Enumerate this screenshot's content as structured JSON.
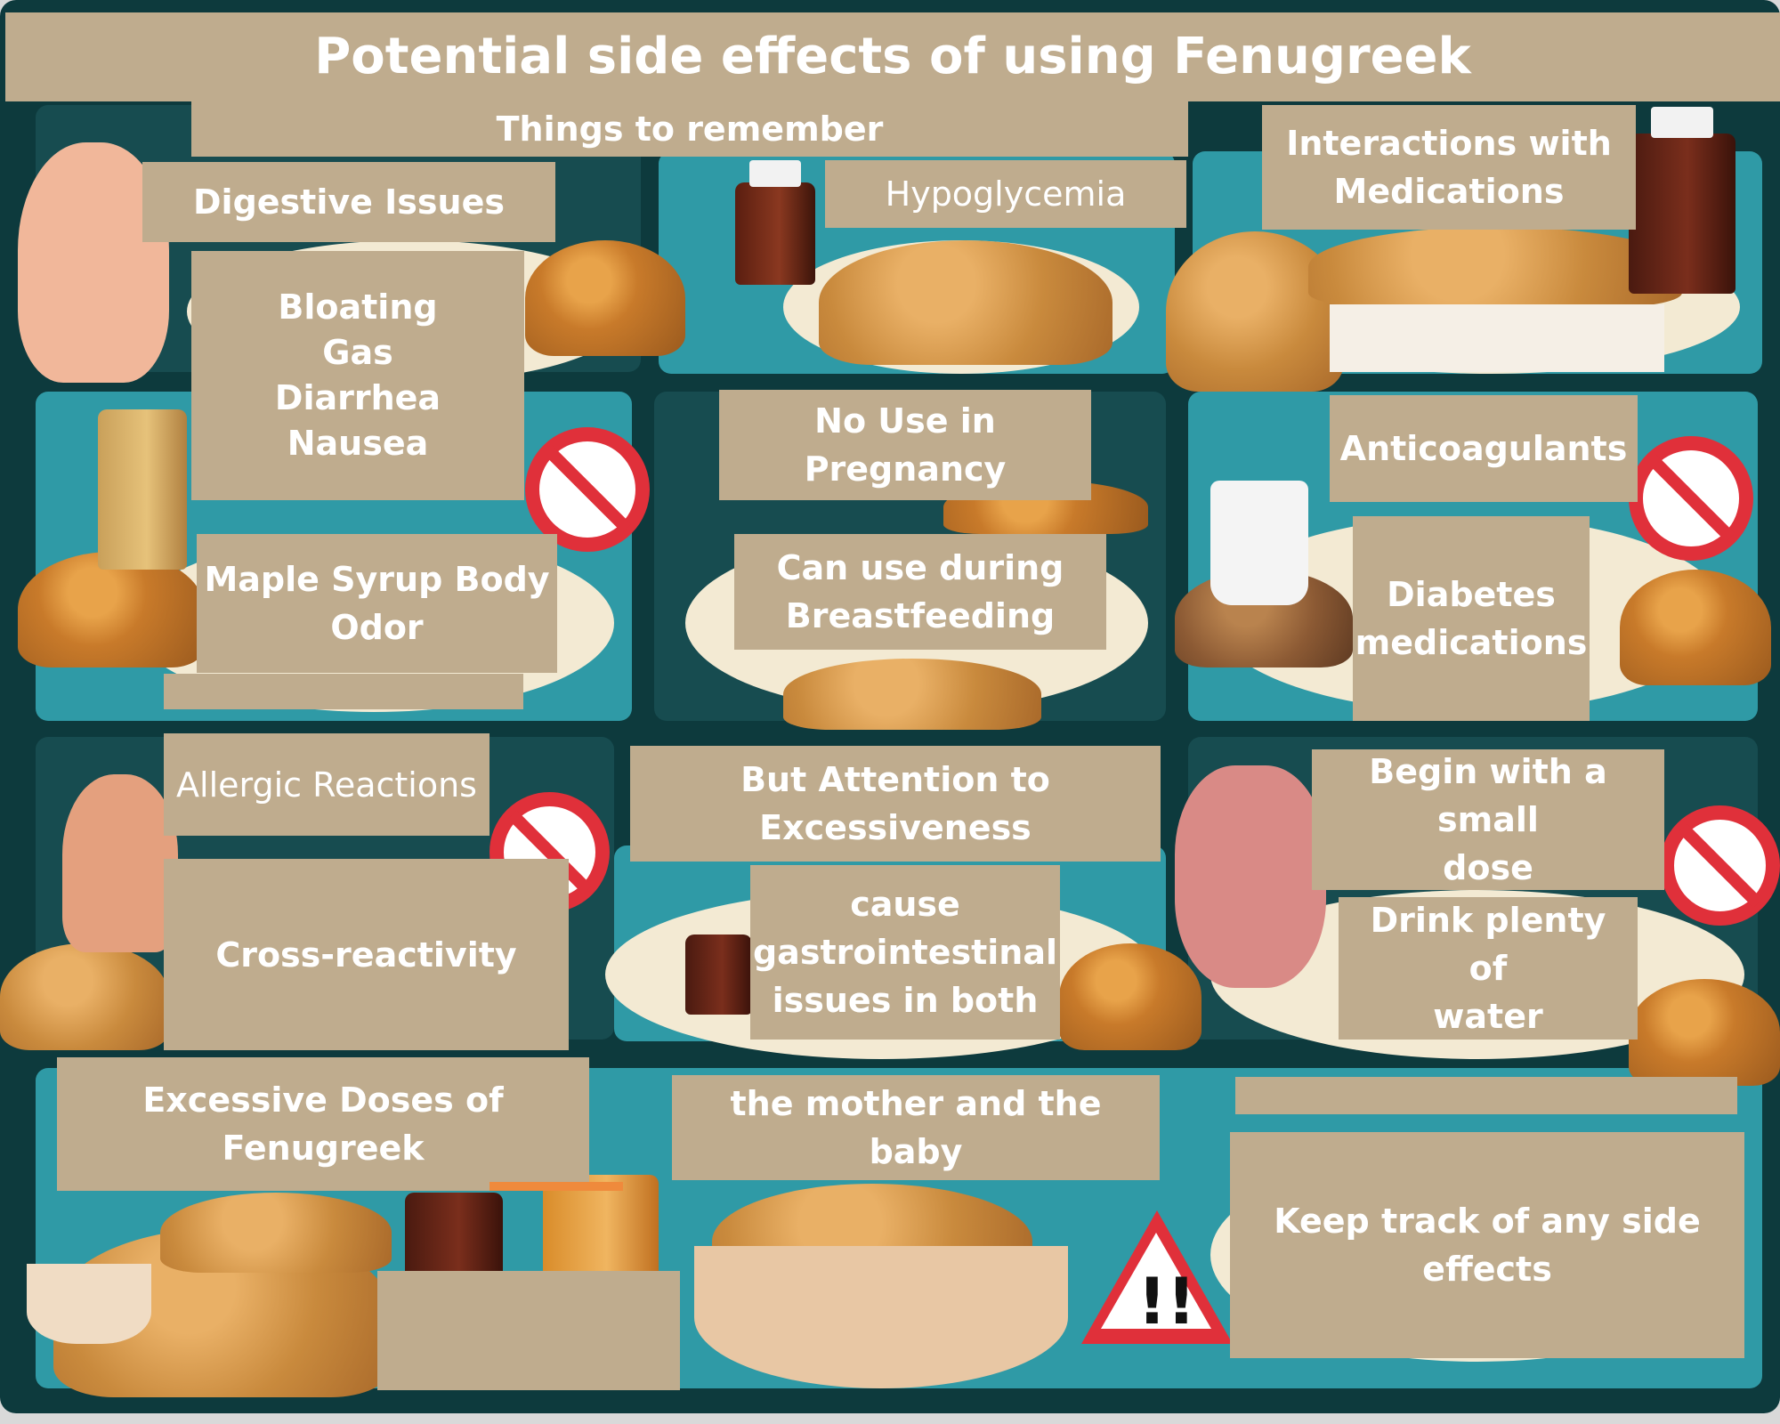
{
  "title": "Potential side effects of using Fenugreek",
  "subtitle": "Things to remember",
  "sections": {
    "digestive": {
      "heading": "Digestive Issues",
      "items": "Bloating\nGas\nDiarrhea\nNausea"
    },
    "maple": "Maple Syrup Body\nOdor",
    "allergic": "Allergic Reactions",
    "cross": "Cross-reactivity",
    "excessive": "Excessive Doses of Fenugreek",
    "hypoglycemia": "Hypoglycemia",
    "pregnancy": "No Use in Pregnancy",
    "breastfeeding": "Can use during\nBreastfeeding",
    "attention": "But Attention to\nExcessiveness",
    "gi": "cause\ngastrointestinal\nissues in both",
    "mother": "the mother and the baby",
    "interactions": "Interactions with\nMedications",
    "anticoagulants": "Anticoagulants",
    "diabetes": "Diabetes\nmedications",
    "small_dose": "Begin with a small\ndose",
    "water": "Drink plenty of\nwater",
    "track": "Keep track of any side\neffects"
  },
  "warning_mark": "!!",
  "colors": {
    "box": "#bfac8e",
    "frame": "#0d3a3d",
    "panel": "#2f9aa6",
    "no_sign": "#e0303a",
    "accent": "#ef8a3c"
  }
}
